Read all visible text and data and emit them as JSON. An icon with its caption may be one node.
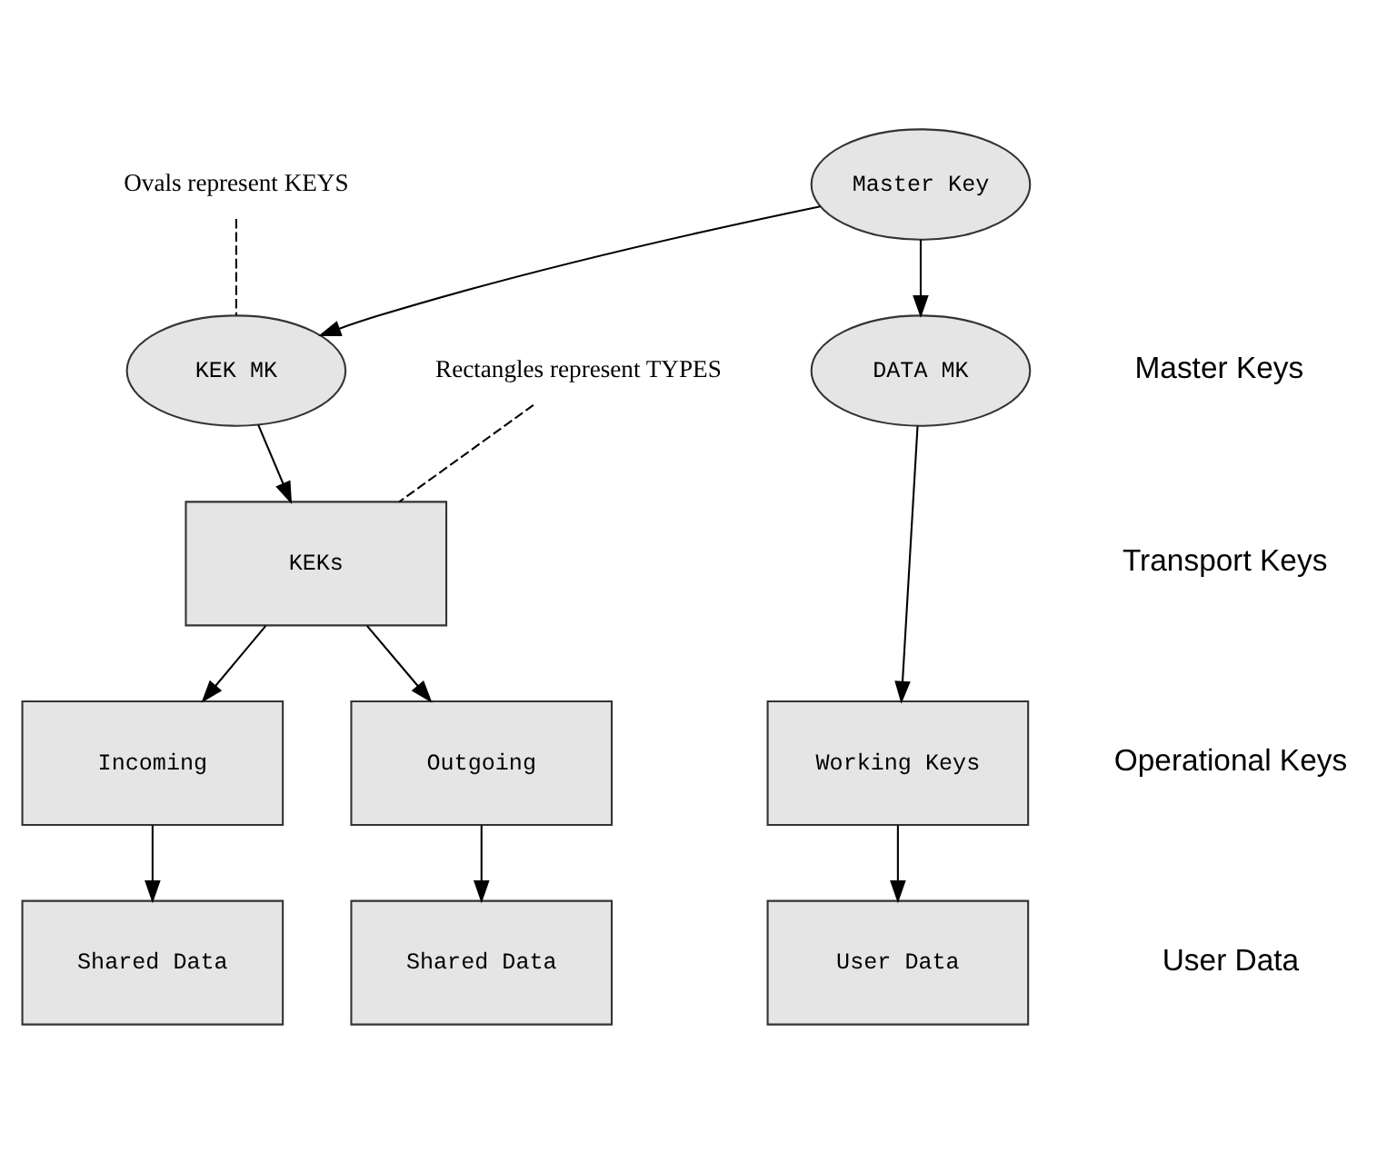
{
  "diagram": {
    "nodes": [
      {
        "text": [
          "Ovals represent KEYS"
        ]
      },
      {
        "text": [
          "Rectangles represent TYPES"
        ]
      },
      {
        "text": [
          "Master Key"
        ]
      },
      {
        "text": [
          "KEK MK"
        ]
      },
      {
        "text": [
          "DATA MK"
        ]
      },
      {
        "text": [
          "KEKs"
        ]
      },
      {
        "text": [
          "Incoming"
        ]
      },
      {
        "text": [
          "Outgoing"
        ]
      },
      {
        "text": [
          "Working Keys"
        ]
      },
      {
        "text": [
          "Shared Data"
        ]
      },
      {
        "text": [
          "Shared Data"
        ]
      },
      {
        "text": [
          "User Data"
        ]
      }
    ],
    "edges": [
      {
        "from": 0,
        "to": 3,
        "arrow": "none",
        "style": "dashed"
      },
      {
        "from": 1,
        "to": 5,
        "arrow": "none",
        "style": "dashed"
      },
      {
        "from": 2,
        "to": 3,
        "arrow": "to"
      },
      {
        "from": 2,
        "to": 4,
        "arrow": "to"
      },
      {
        "from": 3,
        "to": 5,
        "arrow": "to"
      },
      {
        "from": 5,
        "to": 6,
        "arrow": "to"
      },
      {
        "from": 5,
        "to": 7,
        "arrow": "to"
      },
      {
        "from": 4,
        "to": 8,
        "arrow": "to"
      },
      {
        "from": 6,
        "to": 9,
        "arrow": "to"
      },
      {
        "from": 7,
        "to": 10,
        "arrow": "to"
      },
      {
        "from": 8,
        "to": 11,
        "arrow": "to"
      }
    ],
    "labels": [
      "Master Keys",
      "Transport Keys",
      "Operational Keys",
      "User Data"
    ]
  }
}
